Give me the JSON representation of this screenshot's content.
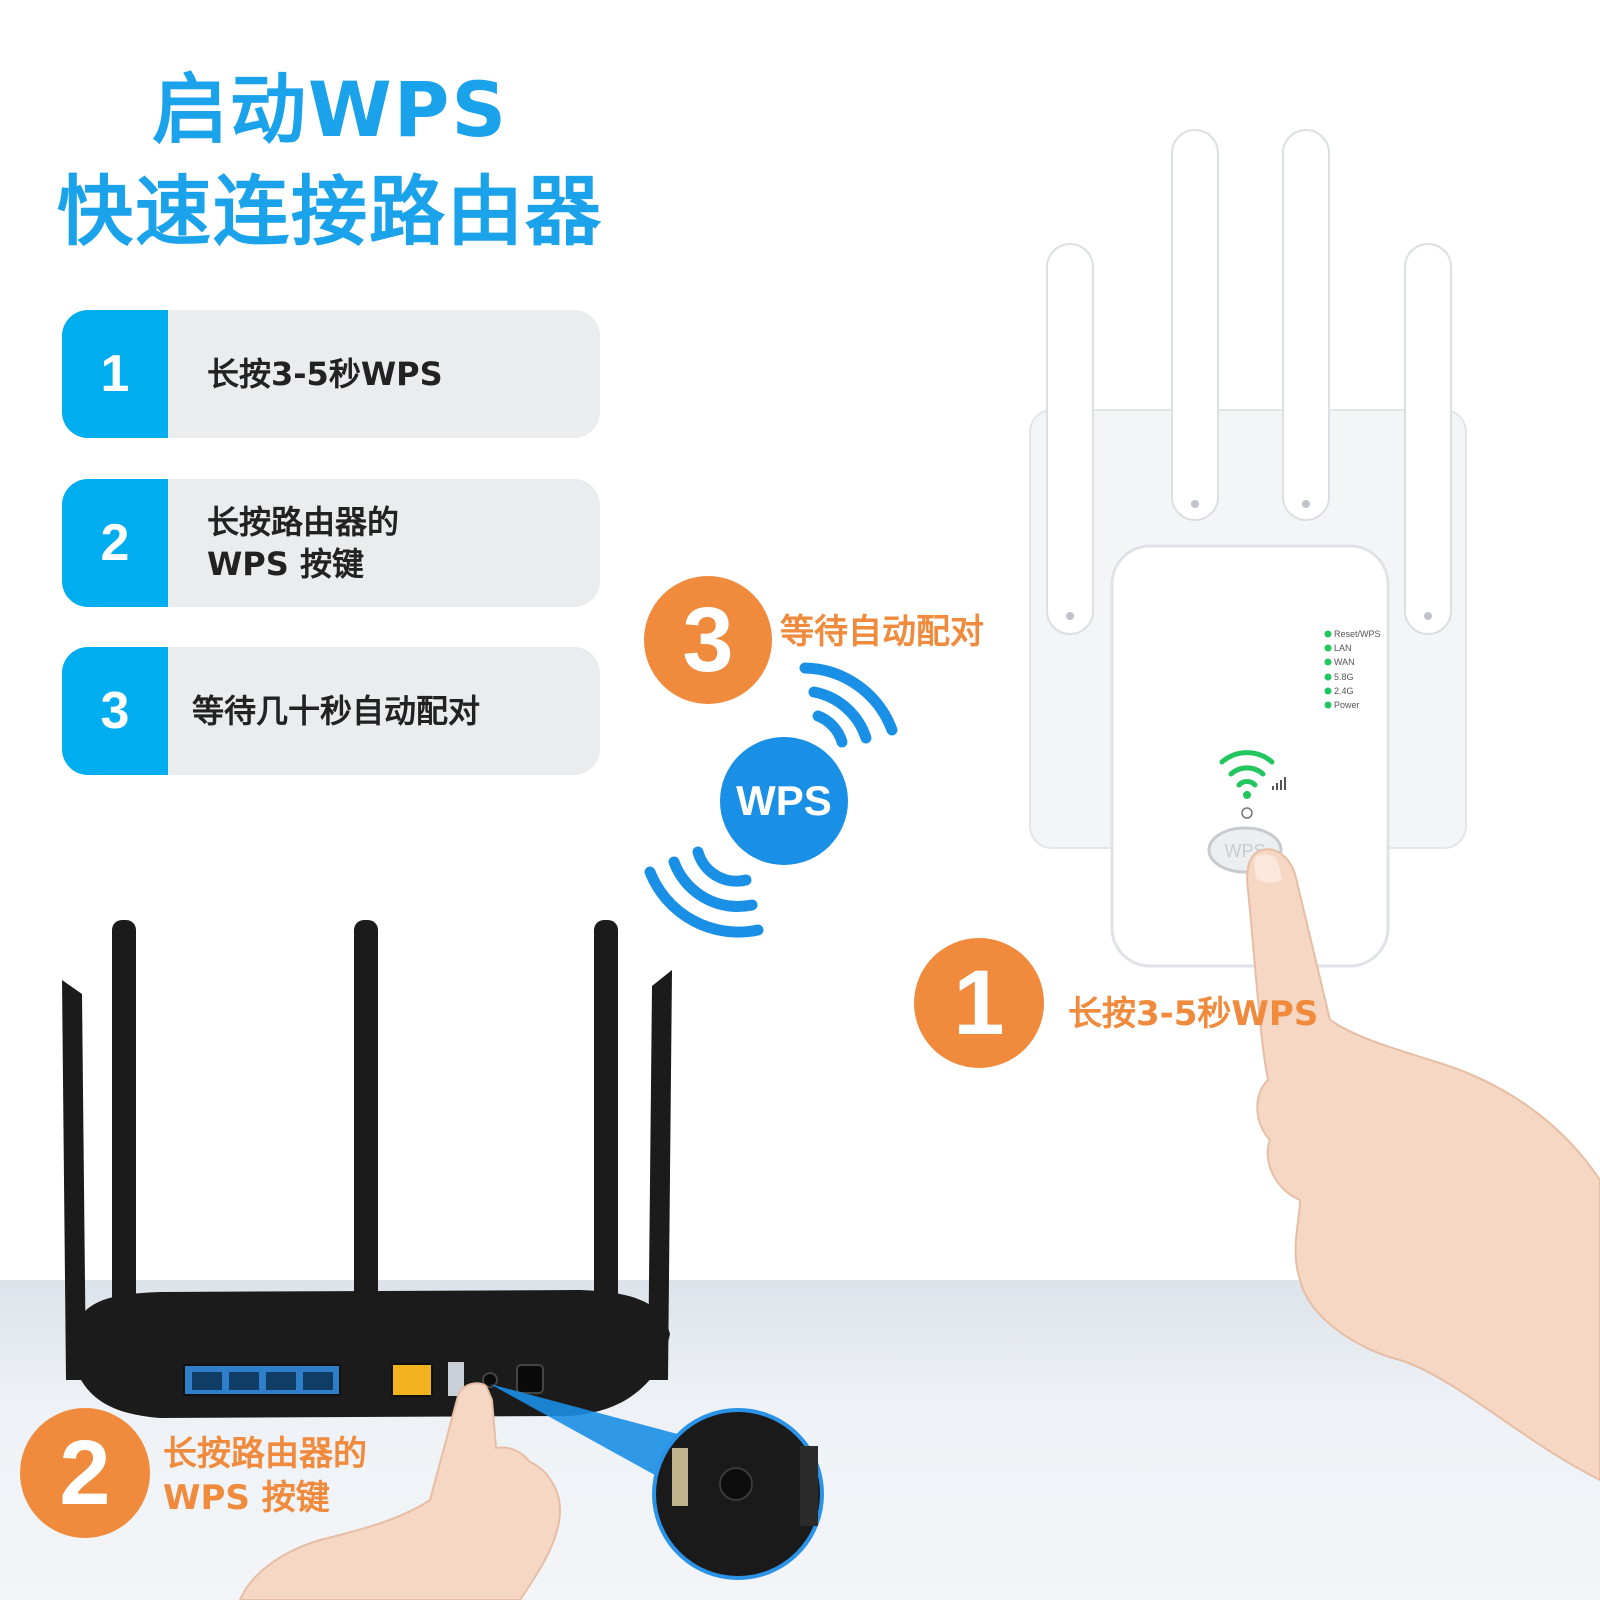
{
  "header": {
    "line1": "启动WPS",
    "line2": "快速连接路由器"
  },
  "steps": [
    {
      "number": "1",
      "lines": [
        "长按3-5秒WPS"
      ]
    },
    {
      "number": "2",
      "lines": [
        "长按路由器的",
        "WPS 按键"
      ]
    },
    {
      "number": "3",
      "lines": [
        "等待几十秒自动配对"
      ]
    }
  ],
  "callouts": {
    "step1": {
      "number": "1",
      "label": "长按3-5秒WPS"
    },
    "step2": {
      "number": "2",
      "label_line1": "长按路由器的",
      "label_line2": "WPS 按键"
    },
    "step3": {
      "number": "3",
      "label": "等待自动配对"
    }
  },
  "wps_badge": "WPS",
  "extender": {
    "led_labels": [
      "Reset/WPS",
      "LAN",
      "WAN",
      "5.8G",
      "2.4G",
      "Power"
    ],
    "button_label": "WPS"
  },
  "colors": {
    "headline_blue": "#1aa3ea",
    "step_blue": "#00aeef",
    "orange": "#f08a3c",
    "wps_blue": "#1a8fe6",
    "led_green": "#22c55e"
  }
}
